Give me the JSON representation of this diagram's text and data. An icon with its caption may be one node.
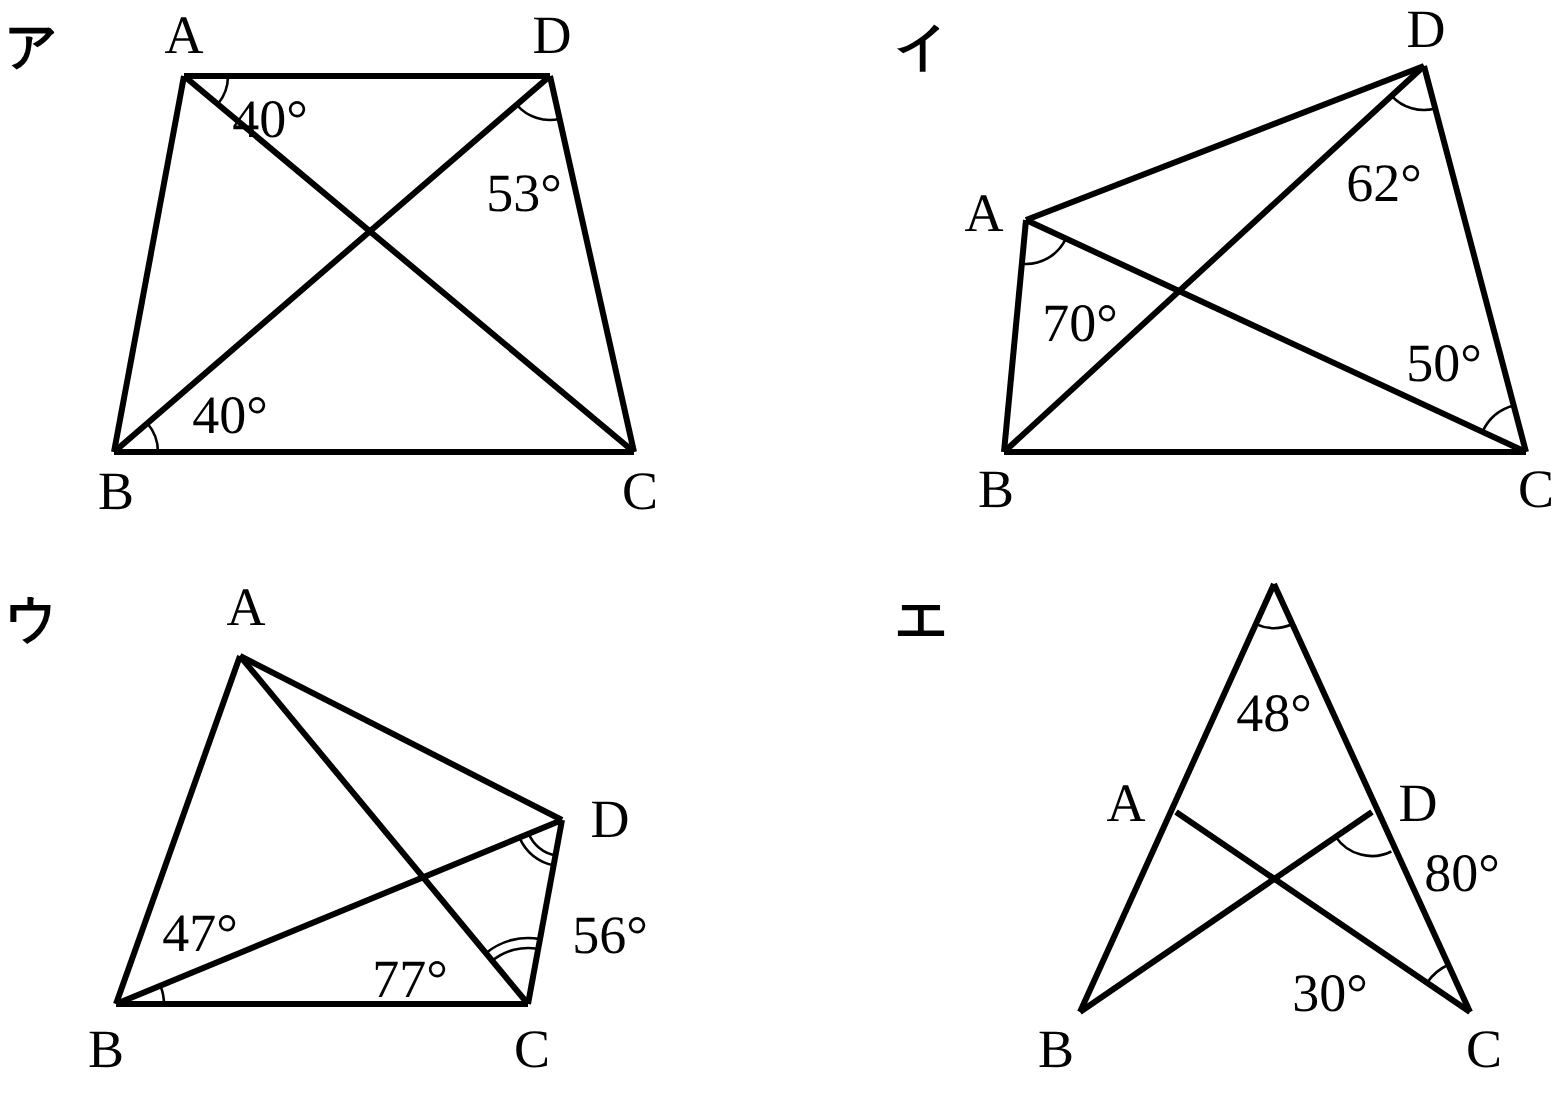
{
  "diagram": {
    "labels": [
      "ア",
      "A",
      "D",
      "40°",
      "53°",
      "40°",
      "B",
      "C",
      "イ",
      "D",
      "A",
      "62°",
      "70°",
      "50°",
      "B",
      "C",
      "ウ",
      "A",
      "D",
      "47°",
      "56°",
      "77°",
      "B",
      "C",
      "エ",
      "48°",
      "A",
      "D",
      "80°",
      "30°",
      "B",
      "C"
    ]
  }
}
